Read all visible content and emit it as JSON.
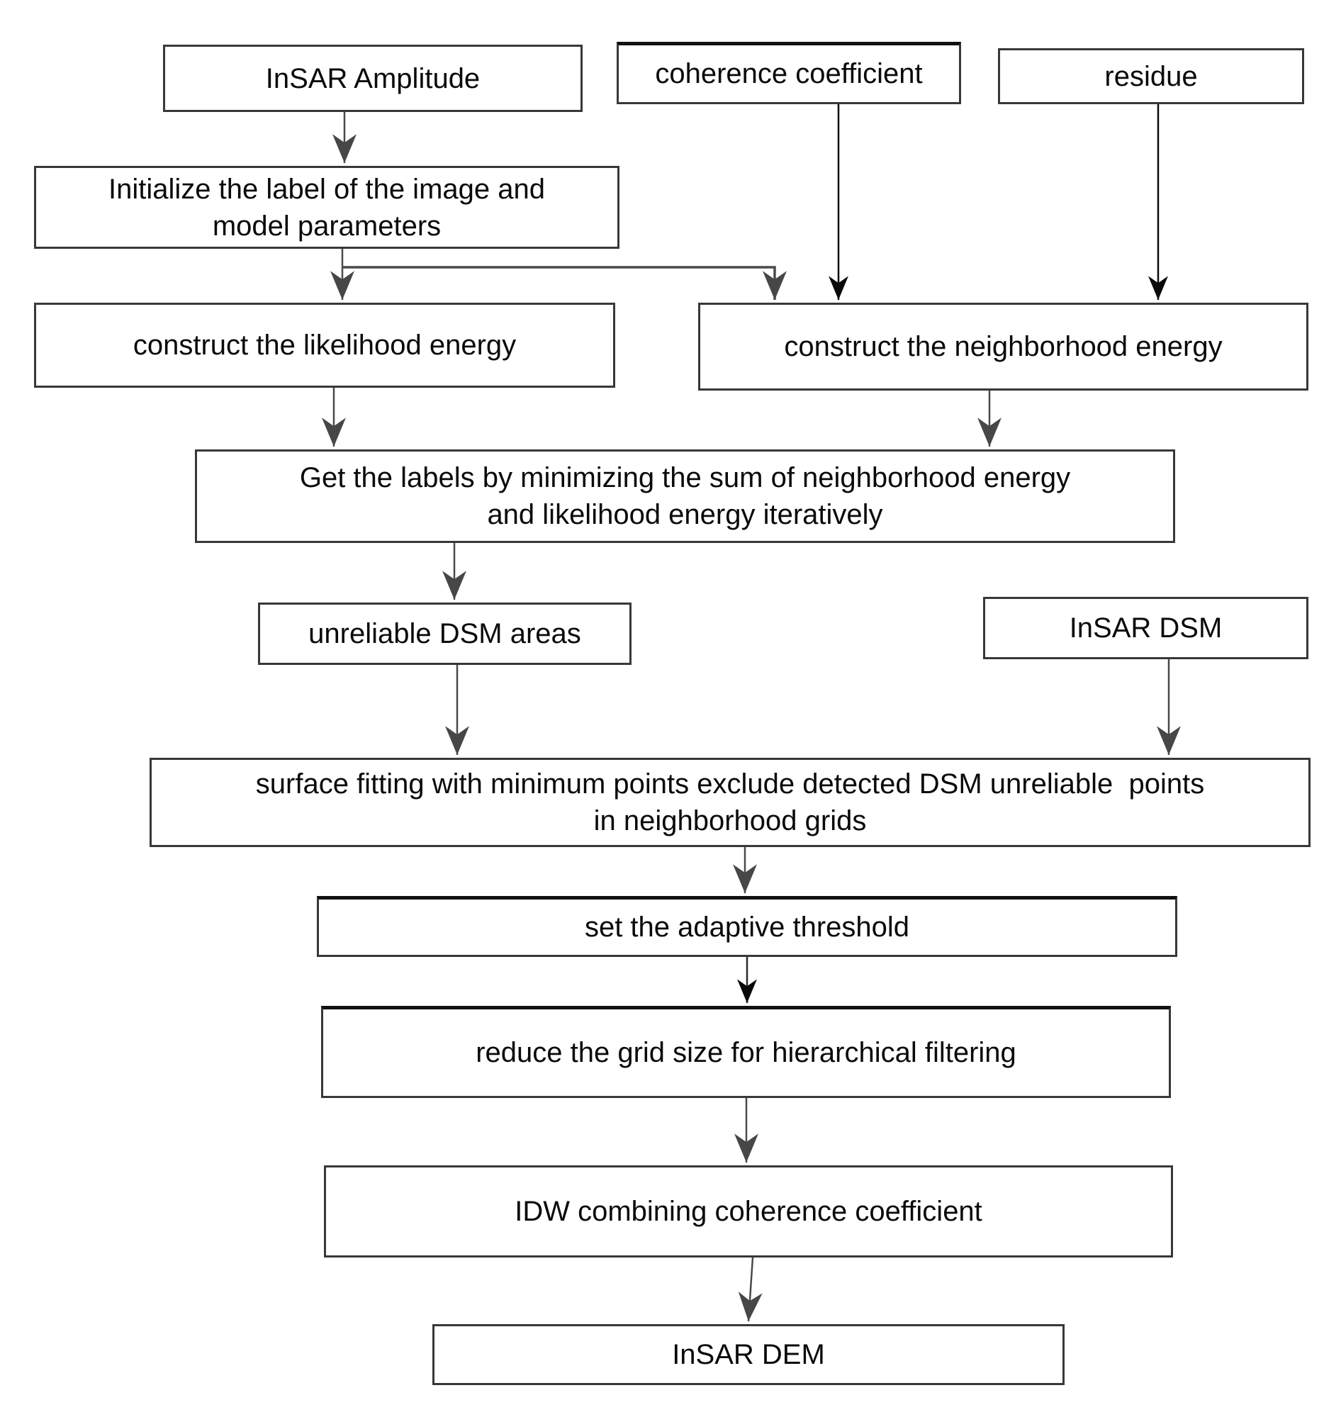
{
  "diagram": {
    "type": "flowchart",
    "background": "#ffffff",
    "colors": {
      "box_border": "#383838",
      "box_fill": "#ffffff",
      "text": "#0a0a0a",
      "flow_arrow": "#4a4a4a",
      "input_arrow": "#0a0a0a"
    },
    "boxes": [
      {
        "id": "insar-amplitude",
        "label": "InSAR Amplitude"
      },
      {
        "id": "coherence-coefficient",
        "label": "coherence coefficient"
      },
      {
        "id": "residue",
        "label": "residue"
      },
      {
        "id": "initialize",
        "label": "Initialize the label of the image and\nmodel parameters"
      },
      {
        "id": "likelihood-energy",
        "label": "construct the likelihood energy"
      },
      {
        "id": "neighborhood-energy",
        "label": "construct the neighborhood energy"
      },
      {
        "id": "get-labels",
        "label": "Get the labels by minimizing the sum of neighborhood energy\nand likelihood energy iteratively"
      },
      {
        "id": "unreliable-dsm",
        "label": "unreliable DSM areas"
      },
      {
        "id": "insar-dsm",
        "label": "InSAR DSM"
      },
      {
        "id": "surface-fitting",
        "label": "surface fitting with minimum points exclude detected DSM unreliable  points\nin neighborhood grids"
      },
      {
        "id": "adaptive-threshold",
        "label": "set the adaptive threshold"
      },
      {
        "id": "reduce-grid",
        "label": "reduce the grid size for hierarchical filtering"
      },
      {
        "id": "idw",
        "label": "IDW combining coherence coefficient"
      },
      {
        "id": "insar-dem",
        "label": "InSAR DEM"
      }
    ],
    "edges": [
      {
        "from": "insar-amplitude",
        "to": "initialize"
      },
      {
        "from": "initialize",
        "to": "likelihood-energy"
      },
      {
        "from": "initialize",
        "to": "neighborhood-energy"
      },
      {
        "from": "coherence-coefficient",
        "to": "neighborhood-energy"
      },
      {
        "from": "residue",
        "to": "neighborhood-energy"
      },
      {
        "from": "likelihood-energy",
        "to": "get-labels"
      },
      {
        "from": "neighborhood-energy",
        "to": "get-labels"
      },
      {
        "from": "get-labels",
        "to": "unreliable-dsm"
      },
      {
        "from": "unreliable-dsm",
        "to": "surface-fitting"
      },
      {
        "from": "insar-dsm",
        "to": "surface-fitting"
      },
      {
        "from": "surface-fitting",
        "to": "adaptive-threshold"
      },
      {
        "from": "adaptive-threshold",
        "to": "reduce-grid"
      },
      {
        "from": "reduce-grid",
        "to": "idw"
      },
      {
        "from": "idw",
        "to": "insar-dem"
      }
    ]
  }
}
